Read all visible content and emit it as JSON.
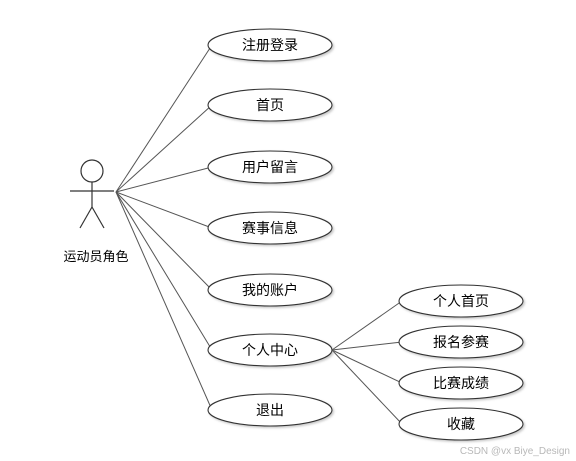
{
  "actor": {
    "label": "运动员角色"
  },
  "use_cases": [
    {
      "id": "register-login",
      "label": "注册登录"
    },
    {
      "id": "home",
      "label": "首页"
    },
    {
      "id": "user-message",
      "label": "用户留言"
    },
    {
      "id": "event-info",
      "label": "赛事信息"
    },
    {
      "id": "my-account",
      "label": "我的账户"
    },
    {
      "id": "personal-center",
      "label": "个人中心"
    },
    {
      "id": "logout",
      "label": "退出"
    }
  ],
  "sub_use_cases": {
    "parent": "personal-center",
    "items": [
      {
        "id": "personal-home",
        "label": "个人首页"
      },
      {
        "id": "signup-participate",
        "label": "报名参赛"
      },
      {
        "id": "match-results",
        "label": "比赛成绩"
      },
      {
        "id": "favorites",
        "label": "收藏"
      }
    ]
  },
  "watermark": "CSDN @vx Biye_Design",
  "colors": {
    "ellipse_fill": "#ffffff",
    "stroke": "#333333",
    "line": "#555555"
  }
}
